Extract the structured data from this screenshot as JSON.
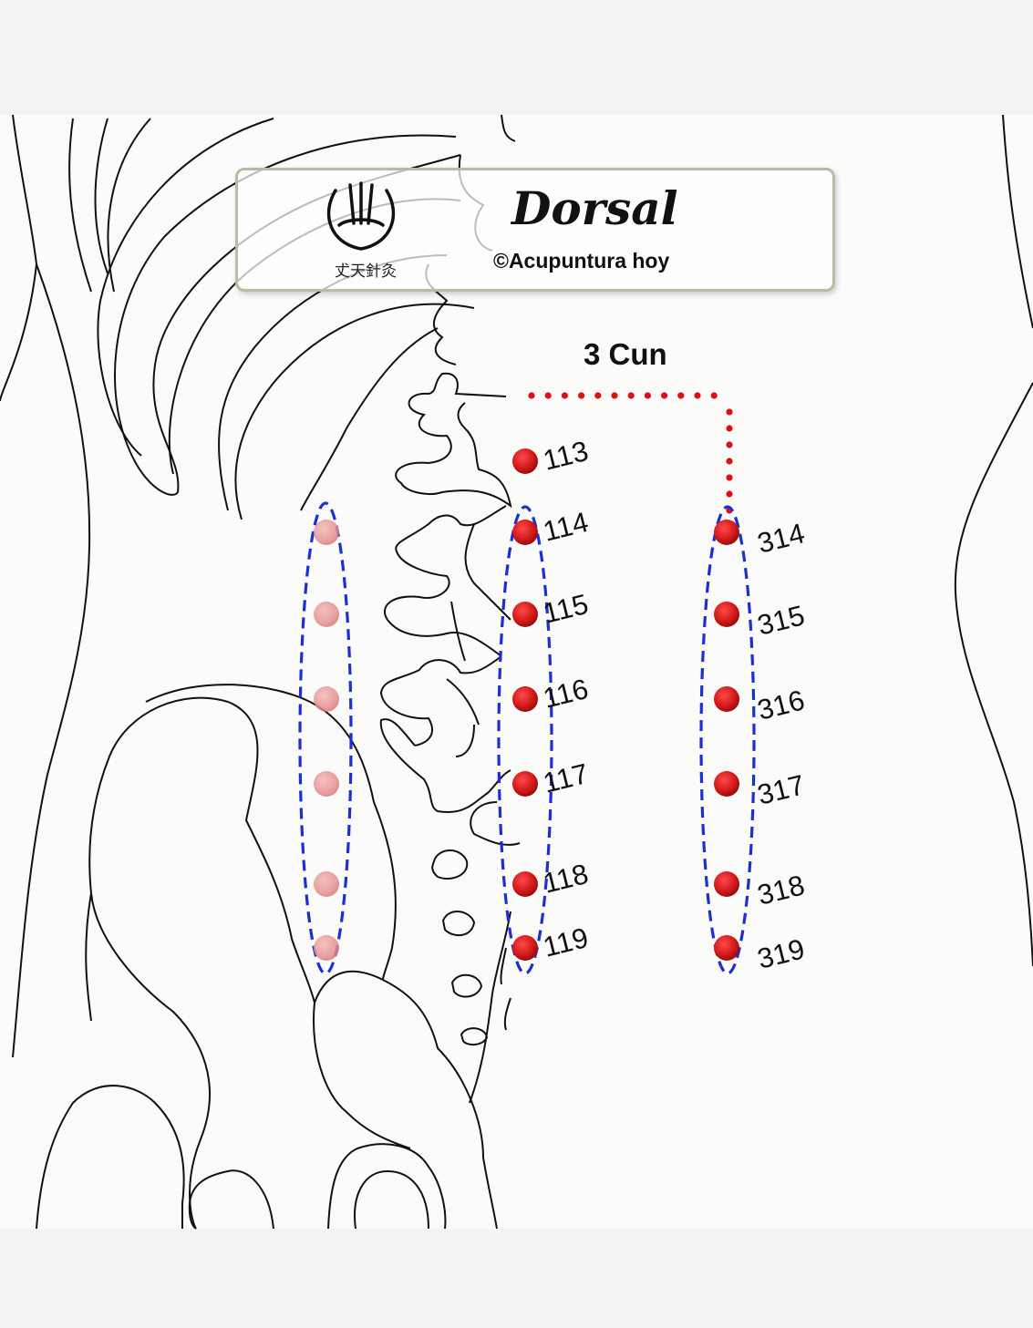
{
  "header": {
    "title": "Dorsal",
    "subtitle": "©Acupuntura hoy",
    "logo_text": "𠀋天針灸",
    "logo_icon": "acupuncture-bowl-logo"
  },
  "measurement": {
    "label": "3 Cun",
    "color": "#e01010"
  },
  "columns": {
    "inner": [
      {
        "id": "113",
        "label": "113"
      },
      {
        "id": "114",
        "label": "114"
      },
      {
        "id": "115",
        "label": "115"
      },
      {
        "id": "116",
        "label": "116"
      },
      {
        "id": "117",
        "label": "117"
      },
      {
        "id": "118",
        "label": "118"
      },
      {
        "id": "119",
        "label": "119"
      }
    ],
    "outer": [
      {
        "id": "314",
        "label": "314"
      },
      {
        "id": "315",
        "label": "315"
      },
      {
        "id": "316",
        "label": "316"
      },
      {
        "id": "317",
        "label": "317"
      },
      {
        "id": "318",
        "label": "318"
      },
      {
        "id": "319",
        "label": "319"
      }
    ],
    "mirror_count": 6
  },
  "colors": {
    "point": "#d41a1a",
    "point_faded": "#e79a9a",
    "group_outline": "#1a2fd6",
    "anatomy_line": "#111111"
  }
}
